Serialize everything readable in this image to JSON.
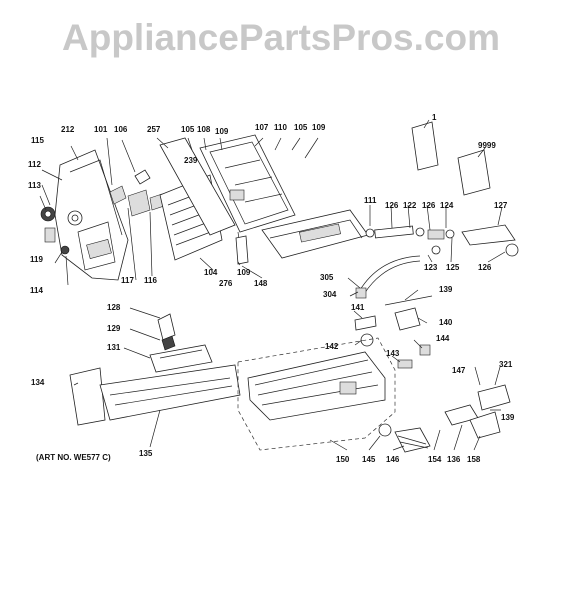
{
  "watermark": "AppliancePartsPros.com",
  "art_note": "(ART NO. WE577 C)",
  "labels": [
    "1",
    "9999",
    "115",
    "212",
    "101",
    "106",
    "257",
    "105",
    "108",
    "109",
    "107",
    "110",
    "105",
    "109",
    "239",
    "112",
    "113",
    "119",
    "114",
    "117",
    "116",
    "104",
    "109",
    "276",
    "148",
    "111",
    "126",
    "122",
    "126",
    "124",
    "127",
    "123",
    "125",
    "126",
    "305",
    "304",
    "139",
    "128",
    "141",
    "140",
    "129",
    "144",
    "142",
    "143",
    "131",
    "321",
    "147",
    "134",
    "139",
    "135",
    "150",
    "145",
    "146",
    "154",
    "136",
    "158"
  ]
}
